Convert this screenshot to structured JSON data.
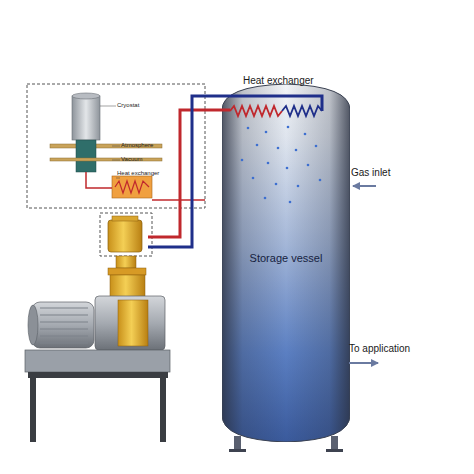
{
  "diagram": {
    "nodes": [
      {
        "text": [
          "Storage vessel"
        ]
      }
    ],
    "labels": [
      "Heat exchanger",
      "Gas inlet",
      "To application",
      "Cryostat",
      "Atmosphere",
      "Vacuum",
      "Heat exchanger"
    ]
  }
}
